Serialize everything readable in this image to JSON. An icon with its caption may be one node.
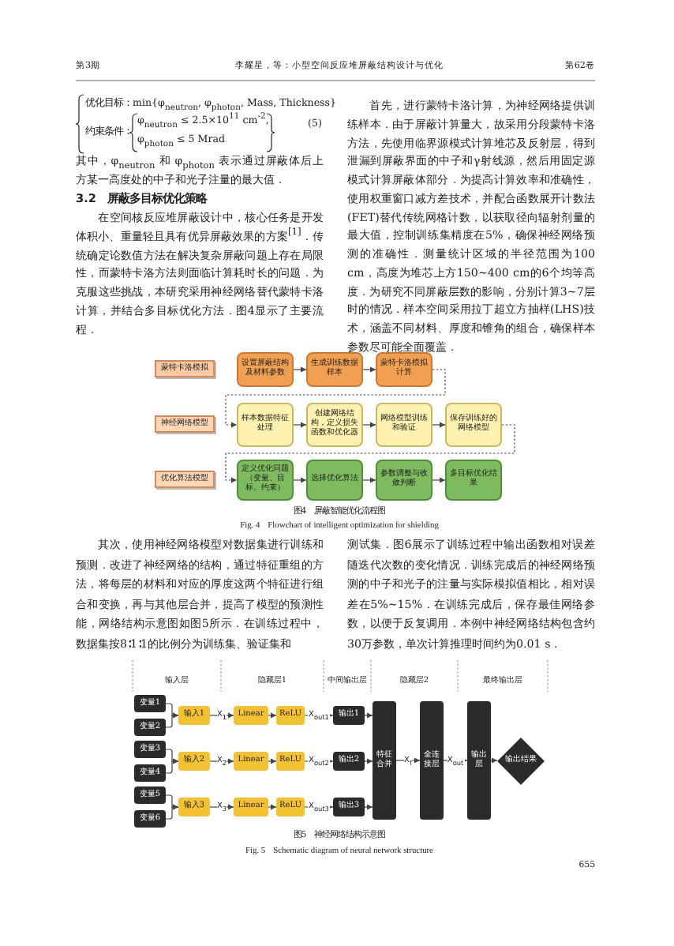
{
  "diagram": {
    "nodes": [
      {
        "text": [
          "蒙特卡洛模拟"
        ]
      },
      {
        "text": [
          "设置屏蔽结构及材料参数"
        ]
      },
      {
        "text": [
          "生成训练数据样本"
        ]
      },
      {
        "text": [
          "蒙特卡洛模拟计算"
        ]
      },
      {
        "text": [
          "神经网络模型"
        ]
      },
      {
        "text": [
          "样本数据特征处理"
        ]
      },
      {
        "text": [
          "创建网络结构，定义损失函数和优化器"
        ]
      },
      {
        "text": [
          "网络模型训练和验证"
        ]
      },
      {
        "text": [
          "保存训练好的网络模型"
        ]
      },
      {
        "text": [
          "优化算法模型"
        ]
      },
      {
        "text": [
          "定义优化问题（变量、目标、约束）"
        ]
      },
      {
        "text": [
          "选择优化算法"
        ]
      },
      {
        "text": [
          "参数调整与收敛判断"
        ]
      },
      {
        "text": [
          "多目标优化结果"
        ]
      },
      {
        "text": [
          "变量1"
        ]
      },
      {
        "text": [
          "变量2"
        ]
      },
      {
        "text": [
          "变量3"
        ]
      },
      {
        "text": [
          "变量4"
        ]
      },
      {
        "text": [
          "变量5"
        ]
      },
      {
        "text": [
          "变量6"
        ]
      },
      {
        "text": [
          "输入1"
        ]
      },
      {
        "text": [
          "Linear"
        ]
      },
      {
        "text": [
          "ReLU"
        ]
      },
      {
        "text": [
          "输出1"
        ]
      },
      {
        "text": [
          "输入2"
        ]
      },
      {
        "text": [
          "Linear"
        ]
      },
      {
        "text": [
          "ReLU"
        ]
      },
      {
        "text": [
          "输出2"
        ]
      },
      {
        "text": [
          "输入3"
        ]
      },
      {
        "text": [
          "Linear"
        ]
      },
      {
        "text": [
          "ReLU"
        ]
      },
      {
        "text": [
          "输出3"
        ]
      },
      {
        "text": [
          "特征合并"
        ]
      },
      {
        "text": [
          "全连接层"
        ]
      },
      {
        "text": [
          "输出层"
        ]
      },
      {
        "text": [
          "输出结果"
        ]
      }
    ],
    "edges": [
      {
        "from": 1,
        "to": 2,
        "arrow": "to"
      },
      {
        "from": 2,
        "to": 3,
        "arrow": "to"
      },
      {
        "from": 3,
        "to": 5,
        "arrow": "to",
        "style": "dashed"
      },
      {
        "from": 5,
        "to": 6,
        "arrow": "to"
      },
      {
        "from": 6,
        "to": 7,
        "arrow": "to"
      },
      {
        "from": 7,
        "to": 8,
        "arrow": "to"
      },
      {
        "from": 8,
        "to": 10,
        "arrow": "to",
        "style": "dashed"
      },
      {
        "from": 10,
        "to": 11,
        "arrow": "to"
      },
      {
        "from": 11,
        "to": 12,
        "arrow": "to"
      },
      {
        "from": 12,
        "to": 13,
        "arrow": "to"
      },
      {
        "from": 14,
        "to": 20,
        "arrow": "to"
      },
      {
        "from": 15,
        "to": 20,
        "arrow": "to"
      },
      {
        "from": 16,
        "to": 24,
        "arrow": "to"
      },
      {
        "from": 17,
        "to": 24,
        "arrow": "to"
      },
      {
        "from": 18,
        "to": 28,
        "arrow": "to"
      },
      {
        "from": 19,
        "to": 28,
        "arrow": "to"
      },
      {
        "from": 20,
        "to": 21,
        "arrow": "to",
        "label": "X$_{1}$"
      },
      {
        "from": 21,
        "to": 22,
        "arrow": "to"
      },
      {
        "from": 22,
        "to": 23,
        "arrow": "to",
        "label": "X$_{out1}$"
      },
      {
        "from": 24,
        "to": 25,
        "arrow": "to",
        "label": "X$_{2}$"
      },
      {
        "from": 25,
        "to": 26,
        "arrow": "to"
      },
      {
        "from": 26,
        "to": 27,
        "arrow": "to",
        "label": "X$_{out2}$"
      },
      {
        "from": 28,
        "to": 29,
        "arrow": "to",
        "label": "X$_{3}$"
      },
      {
        "from": 29,
        "to": 30,
        "arrow": "to"
      },
      {
        "from": 30,
        "to": 31,
        "arrow": "to",
        "label": "X$_{out3}$"
      },
      {
        "from": 23,
        "to": 32,
        "arrow": "to"
      },
      {
        "from": 27,
        "to": 32,
        "arrow": "to"
      },
      {
        "from": 31,
        "to": 32,
        "arrow": "to"
      },
      {
        "from": 32,
        "to": 33,
        "arrow": "to",
        "label": "X$_{f}$"
      },
      {
        "from": 33,
        "to": 34,
        "arrow": "to",
        "label": "X$_{out}$"
      },
      {
        "from": 34,
        "to": 35,
        "arrow": "to"
      }
    ],
    "labels": [
      "第3期",
      "李耀星，等：小型空间反应堆屏蔽结构设计与优化",
      "第62卷",
      "优化目标：min{φ$_{neutron}$, φ$_{photon}$, Mass, Thickness}",
      "约束条件：",
      "φ$_{neutron}$ ≤ 2.5×10$^{11}$ cm$^{-2}$,",
      "φ$_{photon}$ ≤ 5 Mrad",
      "(5)",
      "其中，φ$_{neutron}$ 和 φ$_{photon}$ 表示通过屏蔽体后上方某一高度处的中子和光子注量的最大值．",
      "3.2　屏蔽多目标优化策略",
      "在空间核反应堆屏蔽设计中，核心任务是开发体积小、重量轻且具有优异屏蔽效果的方案$^{[1]}$．传统确定论数值方法在解决复杂屏蔽问题上存在局限性，而蒙特卡洛方法则面临计算耗时长的问题．为克服这些挑战，本研究采用神经网络替代蒙特卡洛计算，并结合多目标优化方法．图4显示了主要流程．",
      "首先，进行蒙特卡洛计算，为神经网络提供训练样本．由于屏蔽计算量大，故采用分段蒙特卡洛方法，先使用临界源模式计算堆芯及反射层，得到泄漏到屏蔽界面的中子和γ射线源，然后用固定源模式计算屏蔽体部分．为提高计算效率和准确性，使用权重窗口减方差技术，并配合函数展开计数法(FET)替代传统网格计数，以获取径向辐射剂量的最大值，控制训练集精度在5%，确保神经网络预测的准确性．测量统计区域的半径范围为100 cm，高度为堆芯上方150~400 cm的6个均等高度．为研究不同屏蔽层数的影响，分别计算3~7层时的情况．样本空间采用拉丁超立方抽样(LHS)技术，涵盖不同材料、厚度和锥角的组合，确保样本参数尽可能全面覆盖．",
      "图4　屏蔽智能优化流程图",
      "Fig. 4　Flowchart of intelligent optimization for shielding",
      "其次，使用神经网络模型对数据集进行训练和预测．改进了神经网络的结构，通过特征重组的方法，将每层的材料和对应的厚度这两个特征进行组合和变换，再与其他层合并，提高了模型的预测性能，网络结构示意图如图5所示．在训练过程中，数据集按8∶1∶1的比例分为训练集、验证集和",
      "测试集．图6展示了训练过程中输出函数相对误差随迭代次数的变化情况．训练完成后的神经网络预测的中子和光子的注量与实际模拟值相比，相对误差在5%~15%．在训练完成后，保存最佳网络参数，以便于反复调用．本例中神经网络结构包含约30万参数，单次计算推理时间约为0.01 s．",
      "输入层",
      "隐藏层1",
      "中间输出层",
      "隐藏层2",
      "最终输出层",
      "图5　神经网络结构示意图",
      "Fig. 5　Schematic diagram of neural network structure",
      "655"
    ]
  }
}
